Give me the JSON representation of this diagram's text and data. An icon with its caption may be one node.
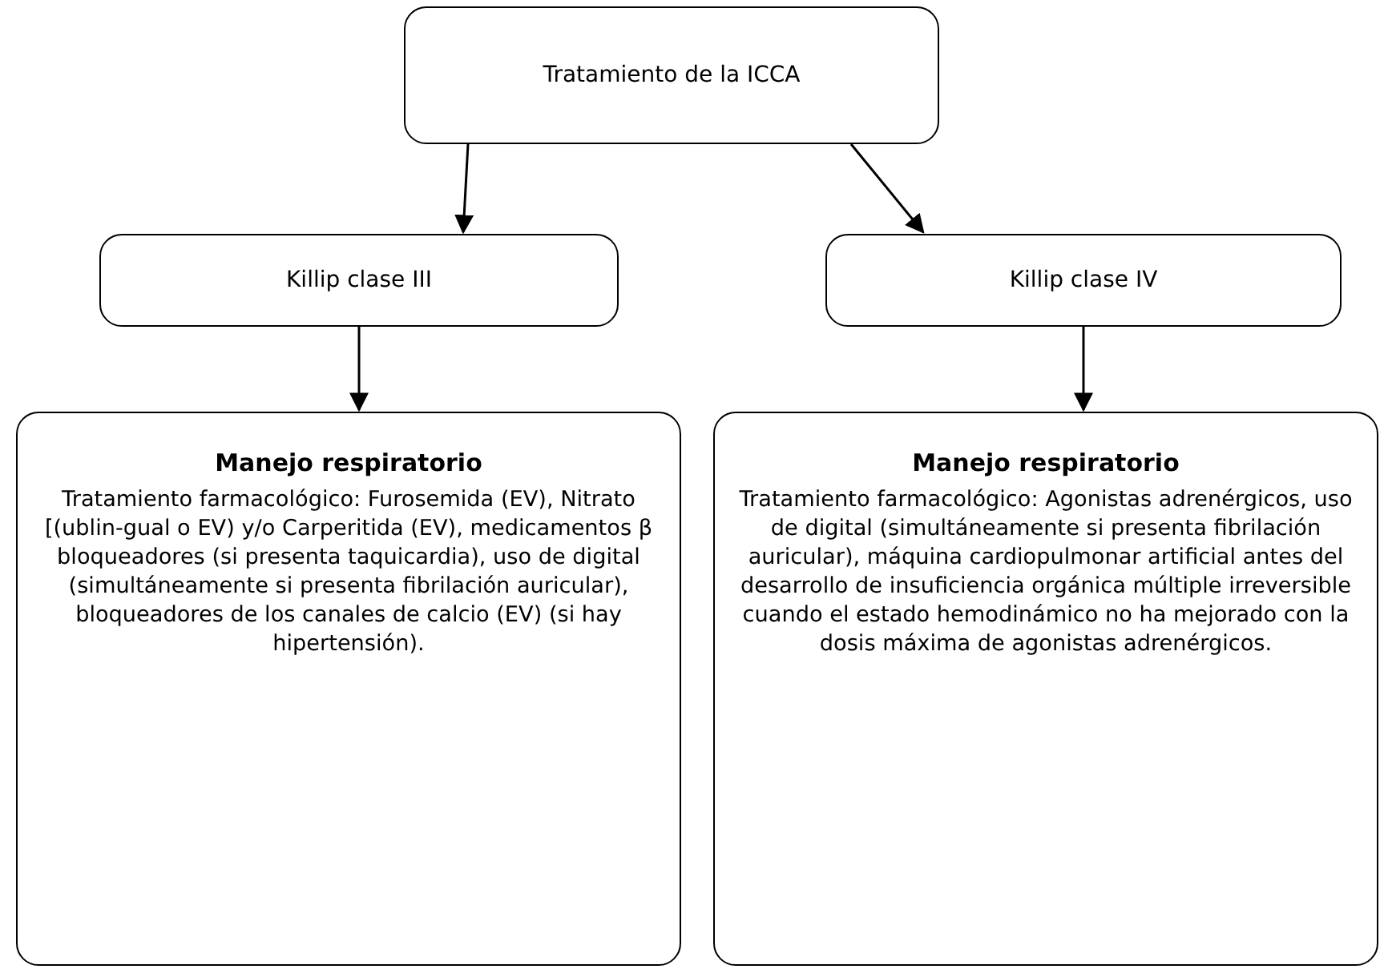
{
  "diagram": {
    "nodes": [
      {
        "text": [
          "Tratamiento de la ICCA"
        ]
      },
      {
        "text": [
          "Killip clase III"
        ]
      },
      {
        "text": [
          "Killip clase IV"
        ]
      },
      {
        "text": [
          "Manejo respiratorio",
          "Tratamiento farmacológico: Furosemida (EV), Nitrato [(ublin-gual o EV) y/o Carperitida (EV), medicamentos β bloqueadores (si presenta taquicardia), uso de digital (simultáneamente si presenta fibrilación auricular), bloqueadores de los canales de calcio (EV) (si hay hipertensión)."
        ]
      },
      {
        "text": [
          "Manejo respiratorio",
          "Tratamiento farmacológico: Agonistas adrenérgicos, uso de digital (simultáneamente si presenta fibrilación auricular), máquina cardiopulmonar artificial antes del desarrollo de insuficiencia orgánica múltiple irreversible cuando el estado hemodinámico no ha mejorado con la dosis máxima de agonistas adrenérgicos."
        ]
      }
    ],
    "edges": [
      {
        "from": 0,
        "to": 1,
        "arrow": "to"
      },
      {
        "from": 0,
        "to": 2,
        "arrow": "to"
      },
      {
        "from": 1,
        "to": 3,
        "arrow": "to"
      },
      {
        "from": 2,
        "to": 4,
        "arrow": "to"
      }
    ]
  }
}
